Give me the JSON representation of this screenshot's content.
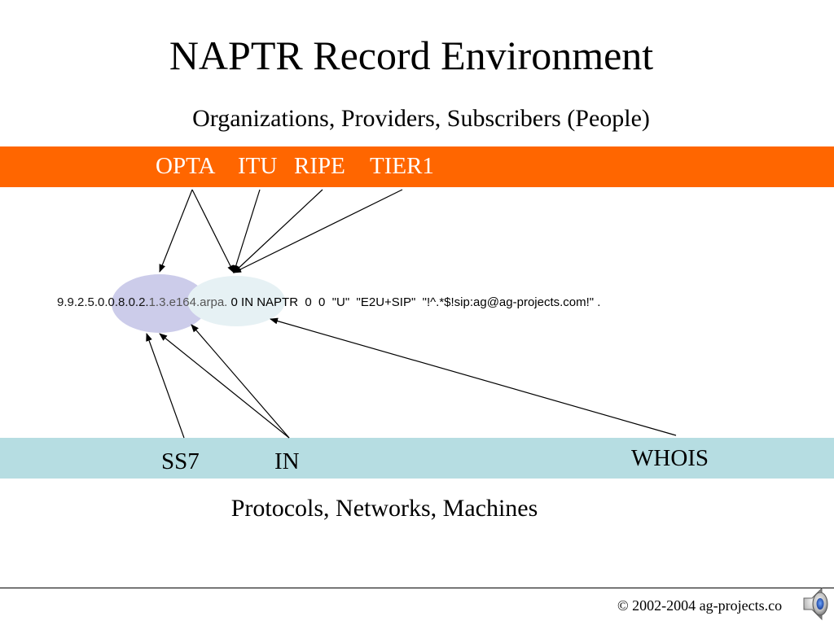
{
  "title": "NAPTR Record Environment",
  "subtitle": "Organizations, Providers, Subscribers (People)",
  "top_band": {
    "color": "#ff6600",
    "labels": [
      "OPTA",
      "ITU",
      "RIPE",
      "TIER1"
    ]
  },
  "record": {
    "domain_left": "9.9.2.5.0.0.8.0.2.",
    "domain_right": "1.3.e164.arpa.",
    "rest": " 0 IN NAPTR  0  0  \"U\"  \"E2U+SIP\"  \"!^.*$!sip:ag@ag-projects.com!\" ."
  },
  "bottom_band": {
    "color": "#b6dde2",
    "labels": [
      "SS7",
      "IN",
      "WHOIS"
    ]
  },
  "bottom_caption": "Protocols, Networks, Machines",
  "footer": {
    "copyright": "© 2002-2004 ag-projects.co"
  },
  "icons": {
    "speaker": "speaker-icon"
  }
}
